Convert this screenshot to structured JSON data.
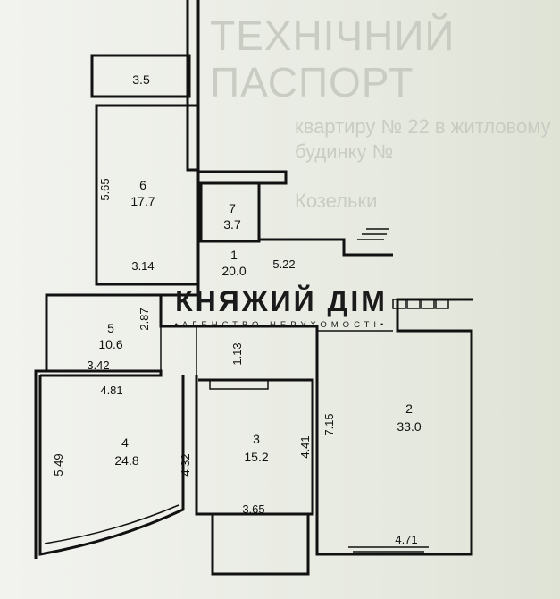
{
  "background": {
    "title": "ТЕХНІЧНИЙ ПАСПОРТ",
    "line1": "квартиру № 22 в житловому будинку №",
    "line2": "Козельки"
  },
  "watermark": {
    "name": "КНЯЖИЙ ДІМ",
    "subtitle": "•АГЕНСТВО НЕРУХОМОСТІ•"
  },
  "rooms": [
    {
      "number": "",
      "area": "3.5"
    },
    {
      "number": "6",
      "area": "17.7"
    },
    {
      "number": "7",
      "area": "3.7"
    },
    {
      "number": "1",
      "area": "20.0"
    },
    {
      "number": "5",
      "area": "10.6"
    },
    {
      "number": "4",
      "area": "24.8"
    },
    {
      "number": "3",
      "area": "15.2"
    },
    {
      "number": "2",
      "area": "33.0"
    }
  ],
  "dimensions": {
    "r6_height": "5.65",
    "r6_width": "3.14",
    "r1_width": "5.22",
    "r1_small": "1.13",
    "r5_height": "2.87",
    "r5_width": "3.42",
    "r4_width": "4.81",
    "r4_left": "5.49",
    "r4_right": "4.32",
    "r3_right": "4.41",
    "r3_width": "3.65",
    "r2_left": "7.15",
    "r2_width": "4.71"
  }
}
